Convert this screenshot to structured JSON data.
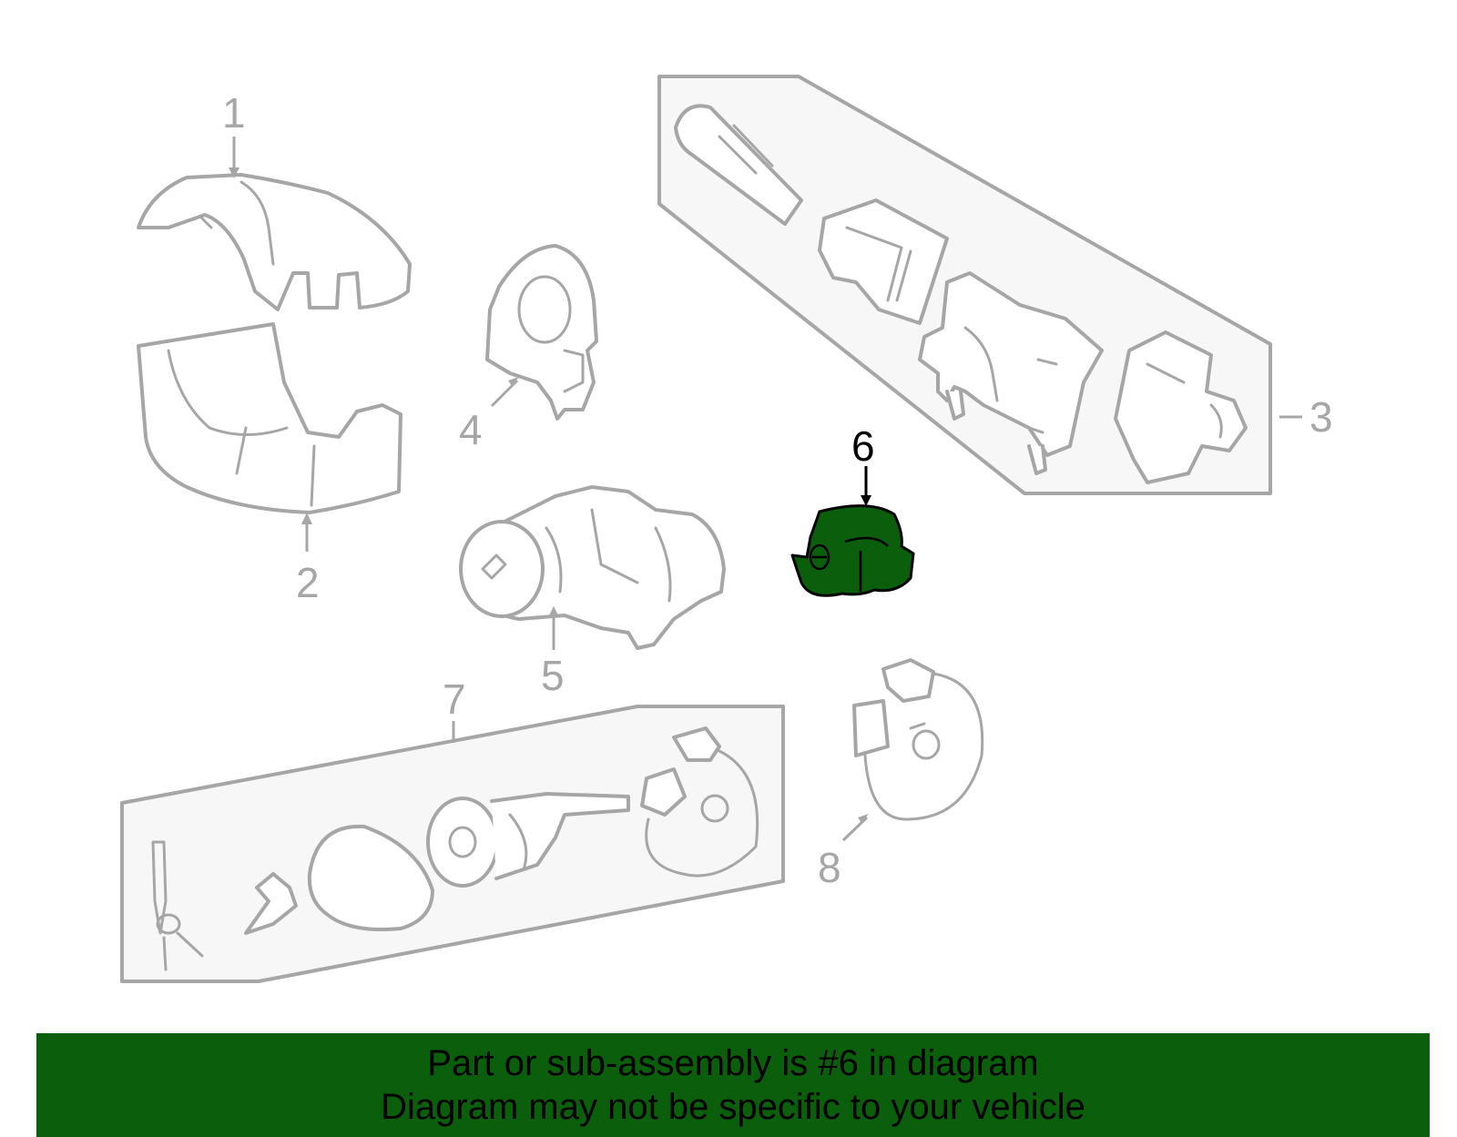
{
  "colors": {
    "highlight": "#0b5e0b",
    "banner": "#0b5e0b",
    "line_gray": "#a6a6a6"
  },
  "callouts": [
    {
      "id": "1",
      "label": "1"
    },
    {
      "id": "2",
      "label": "2"
    },
    {
      "id": "3",
      "label": "3"
    },
    {
      "id": "4",
      "label": "4"
    },
    {
      "id": "5",
      "label": "5"
    },
    {
      "id": "6",
      "label": "6",
      "highlighted": true
    },
    {
      "id": "7",
      "label": "7"
    },
    {
      "id": "8",
      "label": "8"
    }
  ],
  "banner": {
    "line1": "Part or sub-assembly is #6 in diagram",
    "line2": "Diagram may not be specific to your vehicle"
  }
}
